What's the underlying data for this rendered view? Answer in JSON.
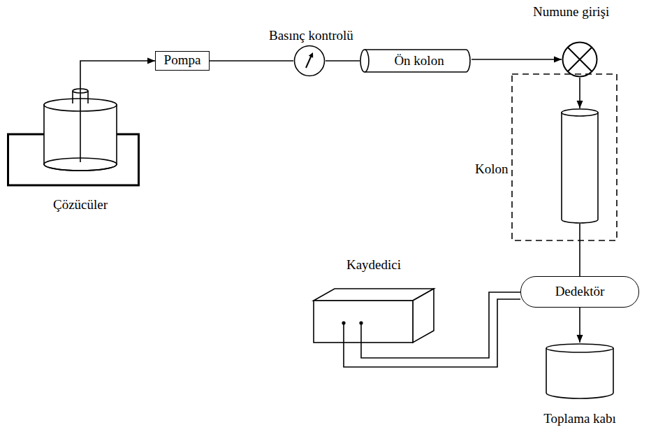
{
  "diagram": {
    "nodes": [
      {
        "text": [
          "Çözücüler"
        ]
      },
      {
        "text": [
          "Pompa"
        ]
      },
      {
        "text": [
          "Basınç kontrolü"
        ]
      },
      {
        "text": [
          "Ön kolon"
        ]
      },
      {
        "text": [
          "Numune girişi"
        ]
      },
      {
        "text": [
          "Kolon"
        ]
      },
      {
        "text": [
          "Kaydedici"
        ]
      },
      {
        "text": [
          "Dedektör"
        ]
      },
      {
        "text": [
          "Toplama kabı"
        ]
      }
    ],
    "edges": [
      {
        "from": 0,
        "to": 1,
        "arrow": "to"
      },
      {
        "from": 1,
        "to": 2,
        "arrow": "none"
      },
      {
        "from": 2,
        "to": 3,
        "arrow": "none"
      },
      {
        "from": 3,
        "to": 4,
        "arrow": "to"
      },
      {
        "from": 4,
        "to": 5,
        "arrow": "to"
      },
      {
        "from": 5,
        "to": 7,
        "arrow": "none"
      },
      {
        "from": 7,
        "to": 8,
        "arrow": "to"
      },
      {
        "from": 7,
        "to": 6,
        "arrow": "none"
      }
    ]
  }
}
